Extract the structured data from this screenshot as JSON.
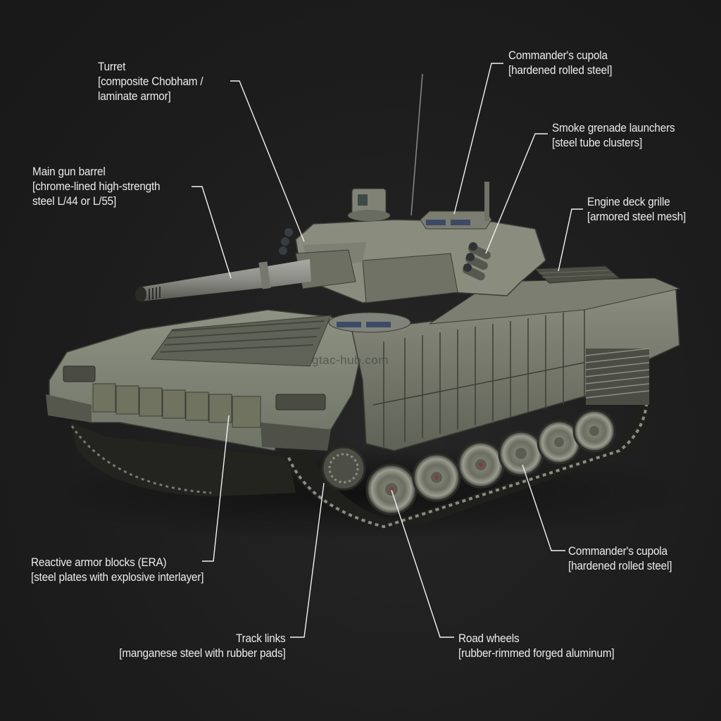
{
  "diagram": {
    "subject": "Tracked armored combat vehicle with annotated components",
    "background_color": "#1c1c1c",
    "label_color": "#ececec",
    "leader_line_color": "#f2f2f2",
    "hull_color": "#7c8072",
    "watermark": "gtac-hub.com"
  },
  "callouts": [
    {
      "id": "turret",
      "name": "Turret",
      "material_lines": [
        "[composite Chobham /",
        "laminate armor]"
      ]
    },
    {
      "id": "commanders-cupola-top",
      "name": "Commander's cupola",
      "material_lines": [
        "[hardened rolled steel]"
      ]
    },
    {
      "id": "smoke-grenade-launchers",
      "name": "Smoke grenade launchers",
      "material_lines": [
        "[steel tube clusters]"
      ]
    },
    {
      "id": "main-gun-barrel",
      "name": "Main gun barrel",
      "material_lines": [
        "[chrome-lined high-strength",
        "steel L/44 or L/55]"
      ]
    },
    {
      "id": "engine-deck-grille",
      "name": "Engine deck grille",
      "material_lines": [
        "[armored steel mesh]"
      ]
    },
    {
      "id": "reactive-armor-blocks",
      "name": "Reactive armor blocks (ERA)",
      "material_lines": [
        "[steel plates with explosive interlayer]"
      ]
    },
    {
      "id": "commanders-cupola-bottom",
      "name": "Commander's cupola",
      "material_lines": [
        "[hardened rolled steel]"
      ]
    },
    {
      "id": "track-links",
      "name": "Track links",
      "material_lines": [
        "[manganese steel with rubber pads]"
      ]
    },
    {
      "id": "road-wheels",
      "name": "Road wheels",
      "material_lines": [
        "[rubber-rimmed forged aluminum]"
      ]
    }
  ]
}
